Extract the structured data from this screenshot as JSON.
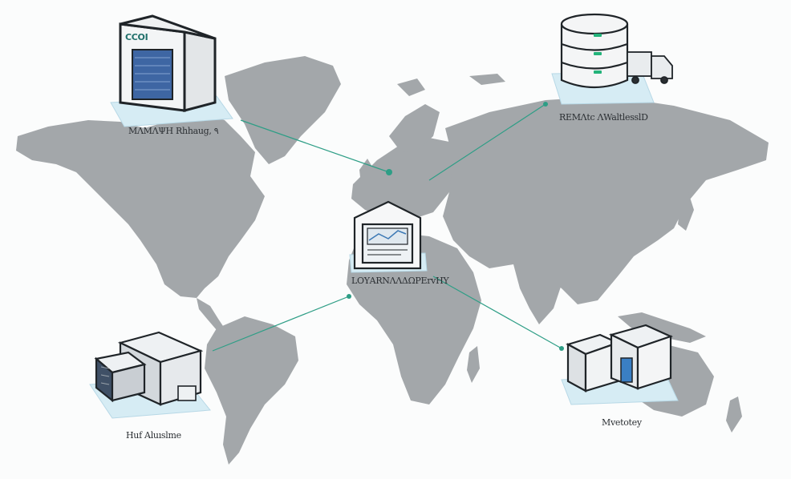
{
  "nodes": {
    "top_left": {
      "label": "ΜΛΜΛΨΗ Rhhaug, ٩",
      "sign_text": "CCOI"
    },
    "top_right": {
      "label": "RΕΜΛtc ΛWaltlesslD"
    },
    "center": {
      "label": "LΟΥΑRΝΛΛΔΩΡΕrvΗΥ"
    },
    "bottom_left": {
      "label": "Ηuf Αluıslme"
    },
    "bottom_right": {
      "label": "Mvetotey"
    }
  },
  "colors": {
    "land": "#a3a7aa",
    "ocean": "#fbfcfc",
    "connector": "#2e9e86",
    "accent_green": "#23b37a",
    "platform": "#d6ecf4"
  },
  "icons": {
    "top_left": "warehouse-icon",
    "top_right": "server-database-icon",
    "top_right_secondary": "truck-icon",
    "center": "central-hub-icon",
    "bottom_left": "distribution-center-icon",
    "bottom_right": "storage-building-icon"
  }
}
